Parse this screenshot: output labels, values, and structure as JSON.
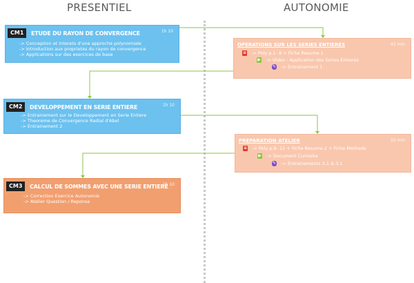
{
  "columns": {
    "left": "PRESENTIEL",
    "right": "AUTONOMIE"
  },
  "cm1": {
    "tag": "CM1",
    "title": "ETUDE DU RAYON DE CONVERGENCE",
    "duration": "1h 10",
    "items": [
      "-> Conception et Interets d'une approche polynomiale",
      "-> Introduction aux proprietes du rayon de convergence",
      "-> Applications sur des exercices de base"
    ]
  },
  "cm2": {
    "tag": "CM2",
    "title": "DEVELOPPEMENT EN SERIE ENTIERE",
    "duration": "1h 10",
    "items": [
      "-> Entrainement sur le Developpement en Serie Entiere",
      "-> Theoreme de Convergence Radial d'Abel",
      "-> Entrainement 2"
    ]
  },
  "cm3": {
    "tag": "CM3",
    "title": "CALCUL DE SOMMES AVEC UNE SERIE ENTIERE",
    "duration": "1h 10",
    "items": [
      "-> Correction Exercice Autonomie",
      "-> Atelier Question / Reponse"
    ]
  },
  "aut1": {
    "title": "OPERATIONS SUR LES SERIES ENTIERES",
    "duration": "45 min",
    "line1": "-> Poly p.1- 8 + Fiche Resume 1",
    "line2": "-> Video : Application des Series Entieres",
    "line3": "-> Entrainement 1"
  },
  "aut2": {
    "title": "PREPARATION ATELIER",
    "duration": "50 min",
    "line1": "-> Poly p.9- 11 + Fiche Resume 2 + Fiche Methode",
    "line2": "-> Document Curiosite",
    "line3": "-> Entrainements 3.1 & 3.1"
  },
  "colors": {
    "connector": "#8dc63f",
    "blue": "#6cc1ef",
    "orange": "#f29f6f",
    "peach": "#f9c7ae"
  },
  "icons": [
    "document-icon",
    "video-icon",
    "exercise-icon"
  ]
}
